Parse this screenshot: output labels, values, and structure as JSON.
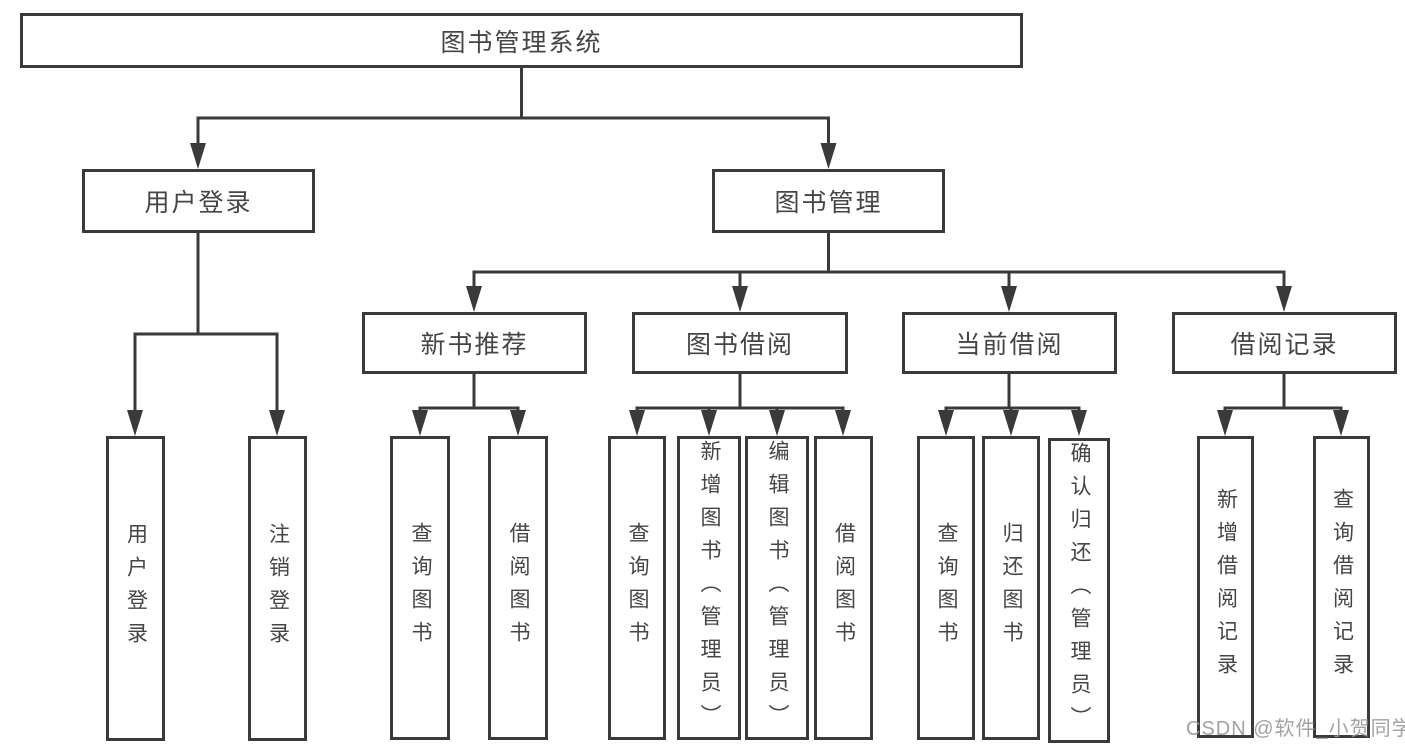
{
  "diagram": {
    "root": {
      "label": "图书管理系统"
    },
    "level2": [
      {
        "id": "user-login",
        "label": "用户登录"
      },
      {
        "id": "book-management",
        "label": "图书管理"
      }
    ],
    "level3": [
      {
        "id": "new-book-recommend",
        "label": "新书推荐"
      },
      {
        "id": "book-borrowing",
        "label": "图书借阅"
      },
      {
        "id": "current-borrowing",
        "label": "当前借阅"
      },
      {
        "id": "borrowing-records",
        "label": "借阅记录"
      }
    ],
    "leaves": [
      {
        "id": "user-login-leaf",
        "label": "用户登录"
      },
      {
        "id": "logout",
        "label": "注销登录"
      },
      {
        "id": "query-books-recommend",
        "label": "查询图书"
      },
      {
        "id": "borrow-books-recommend",
        "label": "借阅图书"
      },
      {
        "id": "query-books-borrowing",
        "label": "查询图书"
      },
      {
        "id": "add-book-admin",
        "label": "新增图书（管理员）"
      },
      {
        "id": "edit-book-admin",
        "label": "编辑图书（管理员）"
      },
      {
        "id": "borrow-books",
        "label": "借阅图书"
      },
      {
        "id": "query-books-current",
        "label": "查询图书"
      },
      {
        "id": "return-books",
        "label": "归还图书"
      },
      {
        "id": "confirm-return-admin",
        "label": "确认归还（管理员）"
      },
      {
        "id": "add-borrow-record",
        "label": "新增借阅记录"
      },
      {
        "id": "query-borrow-record",
        "label": "查询借阅记录"
      }
    ],
    "watermark": "CSDN @软件_小贺同学",
    "colors": {
      "line": "#3a3a3a",
      "box_border": "#3a3a3a",
      "text": "#454545",
      "watermark": "#989898",
      "background": "#ffffff"
    }
  }
}
